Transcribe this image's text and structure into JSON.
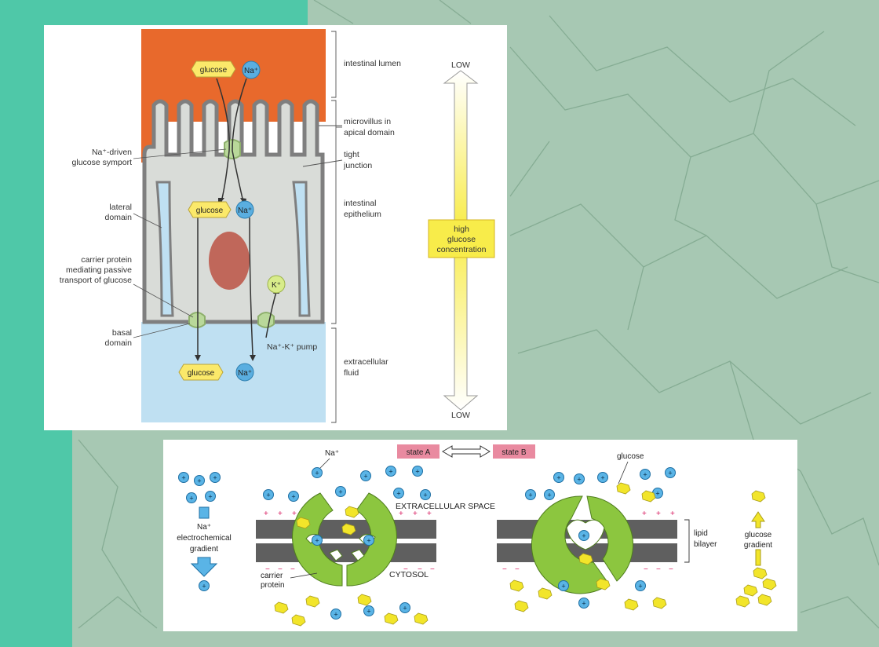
{
  "slide": {
    "background_colors": {
      "teal_strip": "#4fc8a8",
      "marble": "#a7c8b3",
      "vein": "#6f9a7f"
    }
  },
  "top_diagram": {
    "left_labels": {
      "symport_1": "Na⁺-driven",
      "symport_2": "glucose symport",
      "lateral_1": "lateral",
      "lateral_2": "domain",
      "carrier_1": "carrier protein",
      "carrier_2": "mediating passive",
      "carrier_3": "transport of glucose",
      "basal_1": "basal",
      "basal_2": "domain"
    },
    "right_labels": {
      "lumen": "intestinal lumen",
      "microvillus_1": "microvillus in",
      "microvillus_2": "apical domain",
      "tight_1": "tight",
      "tight_2": "junction",
      "epith_1": "intestinal",
      "epith_2": "epithelium",
      "extra_1": "extracellular",
      "extra_2": "fluid"
    },
    "molecules": {
      "glucose": "glucose",
      "sodium": "Na⁺",
      "potassium": "K⁺",
      "pump": "Na⁺-K⁺ pump"
    },
    "gradient": {
      "top": "LOW",
      "bottom": "LOW",
      "middle_1": "high",
      "middle_2": "glucose",
      "middle_3": "concentration"
    },
    "colors": {
      "lumen": "#e8692c",
      "cell": "#d9dcd8",
      "fluid": "#bfe0f2",
      "nucleus": "#c0675a",
      "glucose": "#fbe96a",
      "sodium": "#5aaee0",
      "potassium": "#d8ec8a"
    }
  },
  "bottom_diagram": {
    "na_label": "Na⁺",
    "state_a": "state A",
    "state_b": "state B",
    "glucose_label": "glucose",
    "extracellular": "EXTRACELLULAR SPACE",
    "cytosol": "CYTOSOL",
    "carrier_1": "carrier",
    "carrier_2": "protein",
    "lipid_1": "lipid",
    "lipid_2": "bilayer",
    "gradient_na_1": "Na⁺",
    "gradient_na_2": "electrochemical",
    "gradient_na_3": "gradient",
    "gradient_glu_1": "glucose",
    "gradient_glu_2": "gradient",
    "plus": "+",
    "minus": "−",
    "colors": {
      "protein": "#8cc63f",
      "membrane": "#5f5f5f",
      "state_box": "#e98aa0",
      "ion": "#5ab4e6",
      "glucose": "#f2e52a"
    }
  }
}
